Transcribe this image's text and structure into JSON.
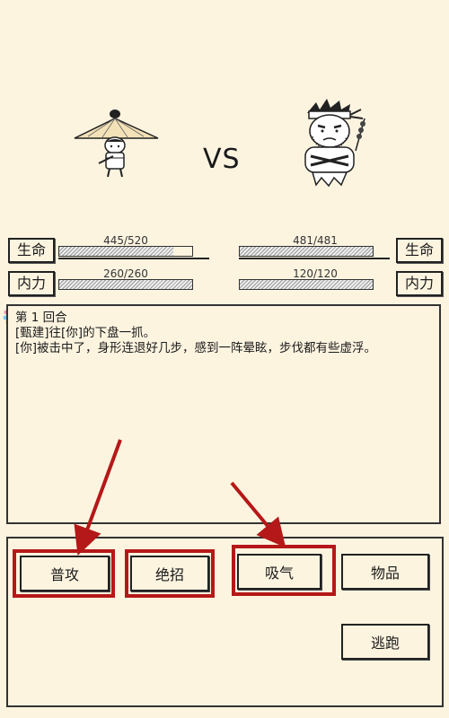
{
  "vs_text": "VS",
  "player": {
    "hp_label": "生命",
    "hp_text": "445/520",
    "hp_fraction": 0.856,
    "mp_label": "内力",
    "mp_text": "260/260",
    "mp_fraction": 1.0
  },
  "enemy": {
    "hp_label": "生命",
    "hp_text": "481/481",
    "hp_fraction": 1.0,
    "mp_label": "内力",
    "mp_text": "120/120",
    "mp_fraction": 1.0
  },
  "log": {
    "lines": [
      "第 1 回合",
      "[甄建]往[你]的下盘一抓。",
      "[你]被击中了，身形连退好几步，感到一阵晕眩，步伐都有些虚浮。"
    ]
  },
  "actions": {
    "attack": "普攻",
    "skill": "绝招",
    "breathe": "吸气",
    "items": "物品",
    "flee": "逃跑"
  },
  "colors": {
    "background": "#fdf4e0",
    "highlight": "#b51818"
  }
}
